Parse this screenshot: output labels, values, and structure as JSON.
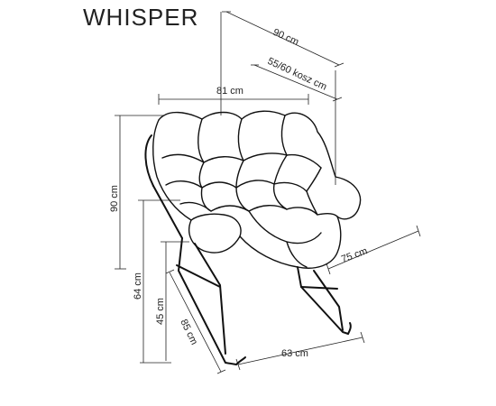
{
  "product": {
    "title": "WHISPER"
  },
  "dimensions": {
    "depth_total": "90 cm",
    "seat_depth": "55/60 kosz cm",
    "width": "81 cm",
    "height_total": "90 cm",
    "armrest_height": "64 cm",
    "seat_height": "45 cm",
    "base_length": "85 cm",
    "base_width": "63 cm",
    "side_depth": "75 cm"
  },
  "icons": {
    "chair": "whisper-lounge-chair-drawing"
  }
}
